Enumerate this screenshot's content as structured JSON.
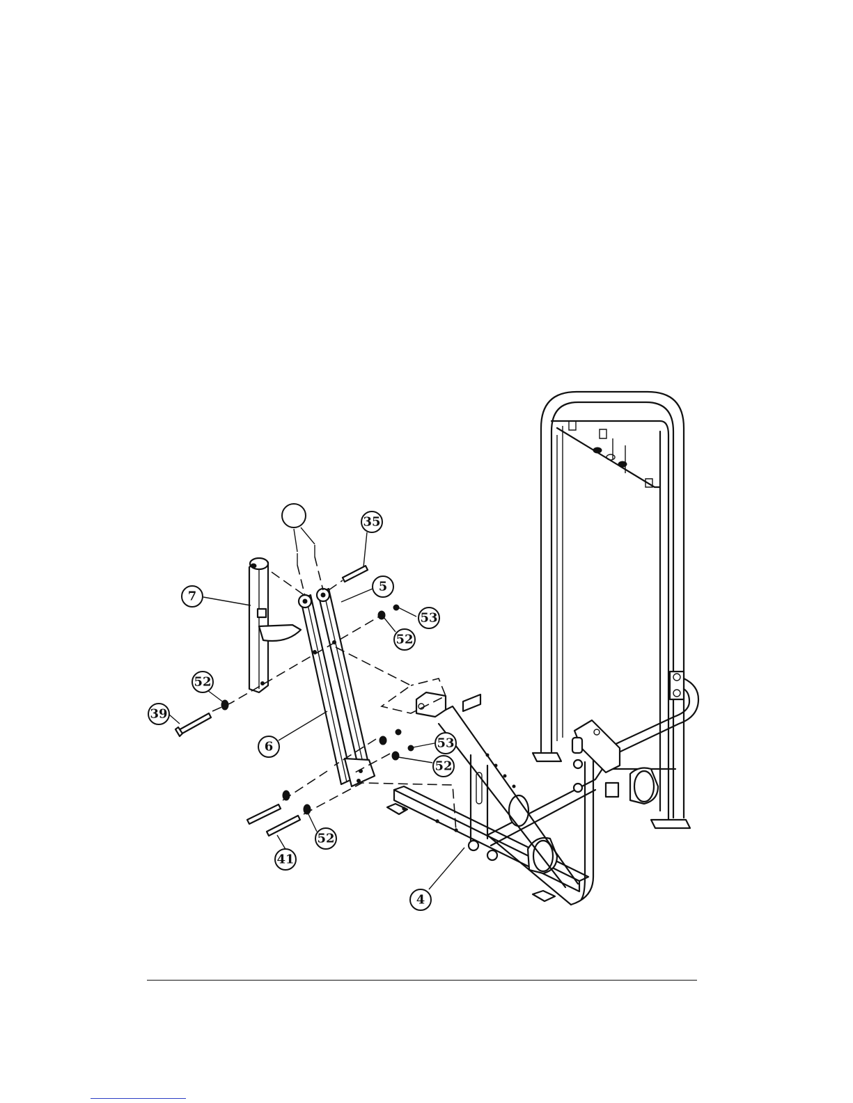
{
  "callouts": [
    {
      "id": "blank",
      "label": ""
    },
    {
      "id": "c35",
      "label": "35"
    },
    {
      "id": "c7",
      "label": "7"
    },
    {
      "id": "c5",
      "label": "5"
    },
    {
      "id": "c53a",
      "label": "53"
    },
    {
      "id": "c52a",
      "label": "52"
    },
    {
      "id": "c52b",
      "label": "52"
    },
    {
      "id": "c39",
      "label": "39"
    },
    {
      "id": "c6",
      "label": "6"
    },
    {
      "id": "c53b",
      "label": "53"
    },
    {
      "id": "c52c",
      "label": "52"
    },
    {
      "id": "c52d",
      "label": "52"
    },
    {
      "id": "c41",
      "label": "41"
    },
    {
      "id": "c4",
      "label": "4"
    }
  ],
  "colors": {
    "line": "#111111",
    "link_underline": "#2a3cc4"
  }
}
